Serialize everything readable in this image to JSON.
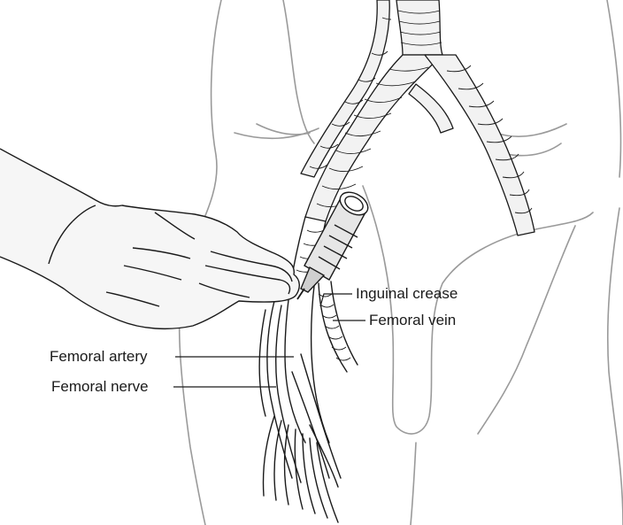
{
  "labels": {
    "inguinal_crease": "Inguinal crease",
    "femoral_vein": "Femoral vein",
    "femoral_artery": "Femoral artery",
    "femoral_nerve": "Femoral nerve"
  },
  "colors": {
    "outline": "#9a9a9a",
    "stroke": "#1a1a1a",
    "fill": "#ffffff",
    "vessel_fill": "#e6e6e6",
    "hand_fill": "#f6f6f6"
  }
}
